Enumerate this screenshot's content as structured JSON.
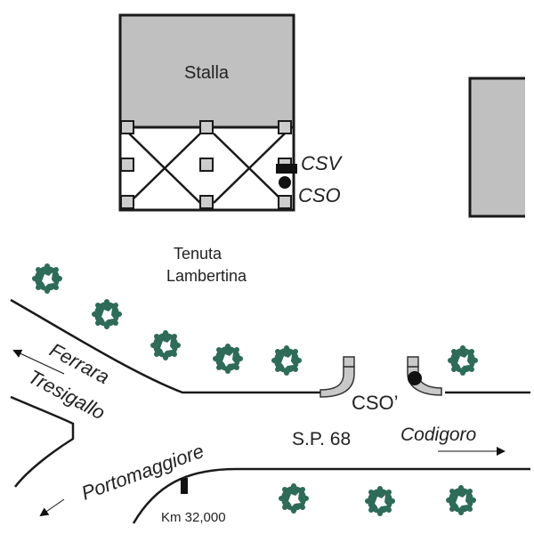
{
  "map": {
    "building_main_label": "Stalla",
    "estate_label_line1": "Tenuta",
    "estate_label_line2": "Lambertina",
    "csv_label": "CSV",
    "cso_label": "CSO",
    "cso_prime_label": "CSO’",
    "road_label": "S.P. 68",
    "dest_codigoro": "Codigoro",
    "dest_ferrara": "Ferrara",
    "dest_tresigallo": "Tresigallo",
    "dest_portomaggiore": "Portomaggiore",
    "km_marker_label": "Km 32,000"
  },
  "colors": {
    "building_fill": "#c0c0c0",
    "tree_fill": "#2e6b58",
    "line": "#1a1a1a",
    "pipe_fill": "#c8c8c8"
  },
  "icons": {
    "tree": "tree-icon",
    "csv": "csv-sampling-point-icon",
    "cso": "cso-sampling-point-icon",
    "km_marker": "km-marker-icon"
  }
}
